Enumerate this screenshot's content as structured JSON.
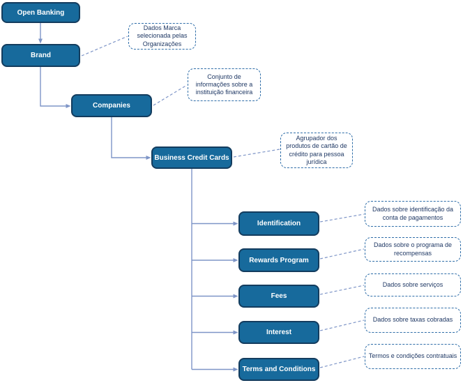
{
  "diagram": {
    "title": "Open Banking - Business Credit Cards hierarchy",
    "colors": {
      "node_fill": "#176A9C",
      "node_border": "#133C5E",
      "node_text": "#FFFFFF",
      "connector": "#7E95C7",
      "annotation_border": "#2E6DA8",
      "annotation_text": "#1F3864",
      "background": "#FFFFFF"
    },
    "nodes": [
      {
        "id": "open-banking",
        "label": "Open Banking"
      },
      {
        "id": "brand",
        "label": "Brand"
      },
      {
        "id": "companies",
        "label": "Companies"
      },
      {
        "id": "business-credit-cards",
        "label": "Business Credit Cards"
      },
      {
        "id": "identification",
        "label": "Identification"
      },
      {
        "id": "rewards-program",
        "label": "Rewards Program"
      },
      {
        "id": "fees",
        "label": "Fees"
      },
      {
        "id": "interest",
        "label": "Interest"
      },
      {
        "id": "terms-and-conditions",
        "label": "Terms and Conditions"
      }
    ],
    "annotations": [
      {
        "for": "brand",
        "text": "Dados Marca selecionada pelas Organizações"
      },
      {
        "for": "companies",
        "text": "Conjunto de informações sobre a instituição financeira"
      },
      {
        "for": "business-credit-cards",
        "text": "Agrupador dos produtos de cartão de crédito para pessoa jurídica"
      },
      {
        "for": "identification",
        "text": "Dados sobre identificação da conta de pagamentos"
      },
      {
        "for": "rewards-program",
        "text": "Dados sobre o programa de recompensas"
      },
      {
        "for": "fees",
        "text": "Dados sobre serviços"
      },
      {
        "for": "interest",
        "text": "Dados sobre taxas cobradas"
      },
      {
        "for": "terms-and-conditions",
        "text": "Termos e condições contratuais"
      }
    ]
  }
}
